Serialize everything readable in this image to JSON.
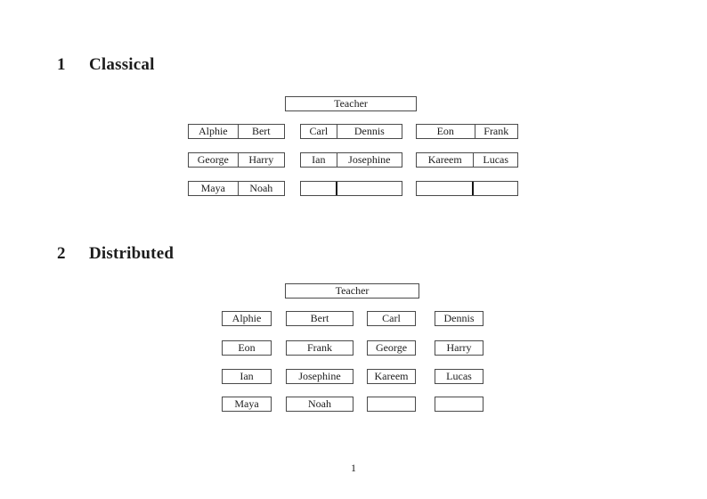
{
  "page": {
    "number": "1"
  },
  "colors": {
    "background": "#ffffff",
    "border": "#4a4a4a",
    "divider-strong": "#151515",
    "text": "#1c1c1c"
  },
  "classical": {
    "number": "1",
    "title": "Classical",
    "teacher": "Teacher",
    "desks": [
      [
        {
          "l": "Alphie",
          "r": "Bert"
        },
        {
          "l": "Carl",
          "r": "Dennis"
        },
        {
          "l": "Eon",
          "r": "Frank"
        }
      ],
      [
        {
          "l": "George",
          "r": "Harry"
        },
        {
          "l": "Ian",
          "r": "Josephine"
        },
        {
          "l": "Kareem",
          "r": "Lucas"
        }
      ],
      [
        {
          "l": "Maya",
          "r": "Noah"
        },
        {
          "l": "",
          "r": ""
        },
        {
          "l": "",
          "r": ""
        }
      ]
    ]
  },
  "distributed": {
    "number": "2",
    "title": "Distributed",
    "teacher": "Teacher",
    "desks": [
      [
        "Alphie",
        "Bert",
        "Carl",
        "Dennis"
      ],
      [
        "Eon",
        "Frank",
        "George",
        "Harry"
      ],
      [
        "Ian",
        "Josephine",
        "Kareem",
        "Lucas"
      ],
      [
        "Maya",
        "Noah",
        "",
        ""
      ]
    ]
  }
}
